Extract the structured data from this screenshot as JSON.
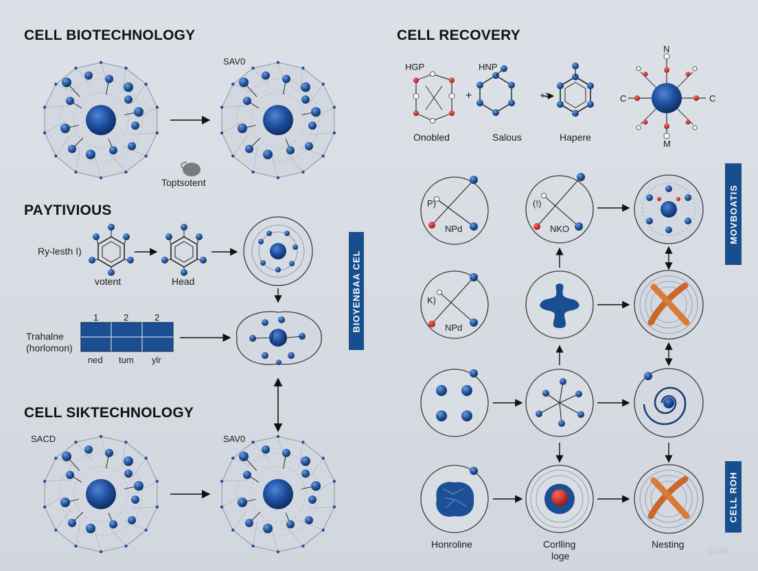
{
  "titles": {
    "cell_biotechnology": "CELL BIOTECHNOLOGY",
    "cell_recovery": "CELL RECOVERY",
    "partivious": "PAΥTIVIOUS",
    "cell_siktechnology": "CELL SIKTECHNOLOGY"
  },
  "labels": {
    "savo_top": "SAV0",
    "toptsotent": "Toptsotent",
    "ry_lesth": "Ry-lesth  I)",
    "votent": "votent",
    "head": "Head",
    "trahalne": "Trahalne",
    "horlomon": "(horlomon)",
    "grid_top": [
      "1",
      "2",
      "2"
    ],
    "grid_bottom": [
      "ned",
      "tum",
      "ylr"
    ],
    "sacd": "SACD",
    "savo_bottom": "SAV0",
    "hgp": "HGP",
    "hnp": "HNP",
    "plus": "+",
    "arrow_plus": "+>",
    "onobled": "Onobled",
    "salous": "Salous",
    "hapere": "Hapere",
    "n_label": "N",
    "c_left": "C",
    "c_right": "C",
    "m_label": "M",
    "pj": "P)",
    "npd_1": "NPd",
    "i_label": "(!)",
    "nko": "NKO",
    "ki": "K)",
    "npd_2": "NPd",
    "honroline": "Honroline",
    "corlling": "Corlling",
    "loge": "loge",
    "nesting": "Nesting"
  },
  "tabs": {
    "bioyenbaa": "BIOYENBAA CEL",
    "movboatis": "MOVBOATIS",
    "cell_roh": "CELL ROH"
  },
  "watermark": "Grok",
  "colors": {
    "blue": "#1f4f9c",
    "tab": "#164e8e",
    "red": "#c62828",
    "orange": "#c9682a"
  }
}
